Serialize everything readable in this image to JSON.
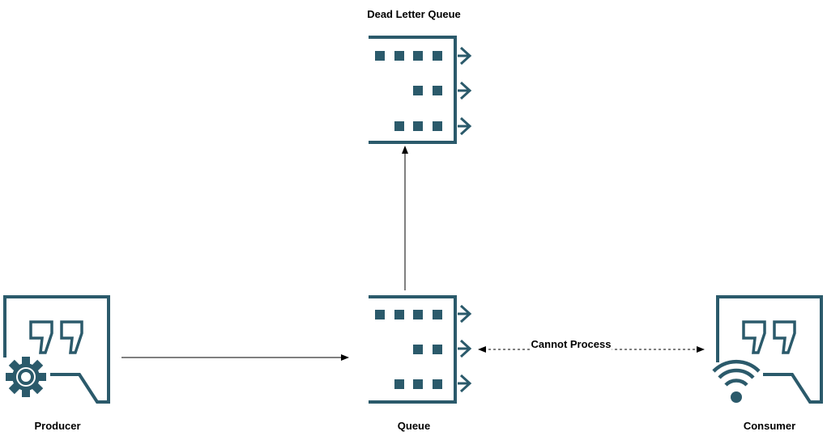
{
  "diagram": {
    "colors": {
      "icon": "#2b5a6b",
      "edge": "#000000",
      "background": "#ffffff"
    },
    "nodes": [
      {
        "id": "dlq",
        "label": "Dead Letter Queue",
        "icon": "queue-icon"
      },
      {
        "id": "producer",
        "label": "Producer",
        "icon": "producer-icon"
      },
      {
        "id": "queue",
        "label": "Queue",
        "icon": "queue-icon"
      },
      {
        "id": "consumer",
        "label": "Consumer",
        "icon": "consumer-icon"
      }
    ],
    "edges": [
      {
        "from": "producer",
        "to": "queue",
        "style": "solid",
        "label": ""
      },
      {
        "from": "queue",
        "to": "dlq",
        "style": "solid",
        "label": ""
      },
      {
        "from": "queue",
        "to": "consumer",
        "style": "dotted",
        "bidirectional": true,
        "label": "Cannot Process"
      }
    ]
  }
}
